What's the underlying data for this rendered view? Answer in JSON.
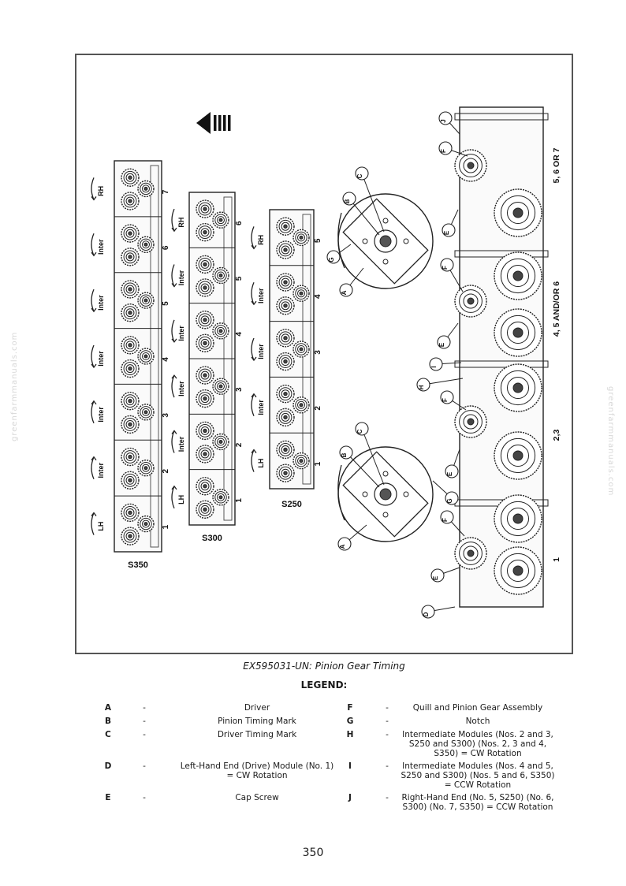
{
  "watermark": "greenfarmmanuals.com",
  "figure": {
    "model_labels": [
      "S350",
      "S300",
      "S250"
    ],
    "side_labels": {
      "rh": "RH",
      "inter": "Inter",
      "lh": "LH"
    },
    "s350_numbers": [
      "7",
      "6",
      "5",
      "4",
      "3",
      "2",
      "1"
    ],
    "s300_numbers": [
      "6",
      "5",
      "4",
      "3",
      "2",
      "1"
    ],
    "s250_numbers": [
      "5",
      "4",
      "3",
      "2",
      "1"
    ],
    "callouts": [
      "A",
      "B",
      "C",
      "D",
      "E",
      "F",
      "G",
      "H",
      "I",
      "J"
    ],
    "module_labels": [
      "5, 6 OR 7",
      "4, 5 AND/OR 6",
      "2,3",
      "1"
    ]
  },
  "caption": "EX595031-UN: Pinion Gear Timing",
  "legend_title": "LEGEND:",
  "legend": [
    {
      "letter": "A",
      "dash": "-",
      "text": "Driver"
    },
    {
      "letter": "B",
      "dash": "-",
      "text": "Pinion Timing Mark"
    },
    {
      "letter": "C",
      "dash": "-",
      "text": "Driver Timing Mark"
    },
    {
      "letter": "D",
      "dash": "-",
      "text": "Left-Hand End (Drive) Module (No. 1) = CW Rotation"
    },
    {
      "letter": "E",
      "dash": "-",
      "text": "Cap Screw"
    },
    {
      "letter": "F",
      "dash": "-",
      "text": "Quill and Pinion Gear Assembly"
    },
    {
      "letter": "G",
      "dash": "-",
      "text": "Notch"
    },
    {
      "letter": "H",
      "dash": "-",
      "text": "Intermediate Modules (Nos. 2 and 3, S250 and S300) (Nos. 2, 3 and 4, S350) = CW Rotation"
    },
    {
      "letter": "I",
      "dash": "-",
      "text": "Intermediate Modules (Nos. 4 and 5, S250 and S300) (Nos. 5 and 6, S350) = CCW Rotation"
    },
    {
      "letter": "J",
      "dash": "-",
      "text": "Right-Hand End (No. 5, S250) (No. 6, S300) (No. 7, S350) = CCW Rotation"
    }
  ],
  "page_number": "350"
}
